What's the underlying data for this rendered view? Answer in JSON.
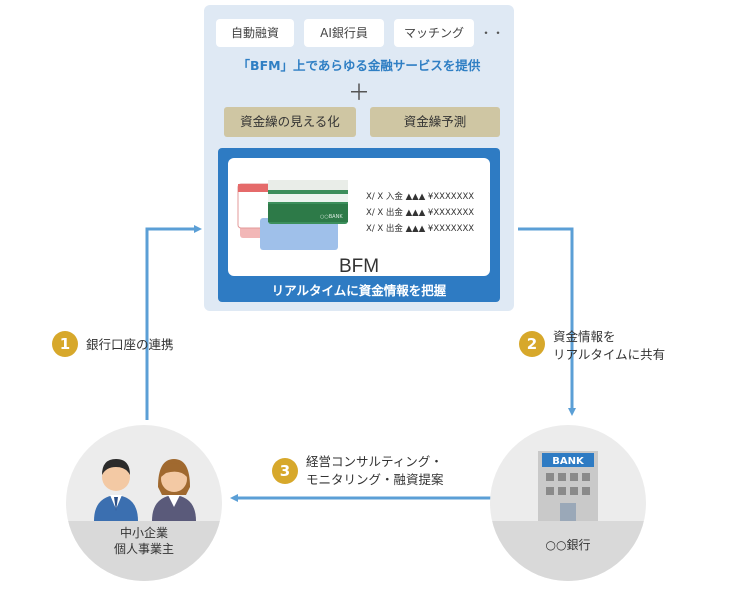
{
  "services": {
    "items": [
      "自動融資",
      "AI銀行員",
      "マッチング"
    ],
    "more": "・・",
    "tagline": "「BFM」上であらゆる金融サービスを提供",
    "plus": "＋",
    "features": [
      "資金繰の見える化",
      "資金繰予測"
    ]
  },
  "bfm": {
    "label": "BFM",
    "caption": "リアルタイムに資金情報を把握",
    "card_bank": "○○BANK",
    "transactions": [
      "X/ X  入金  ▲▲▲ ¥XXXXXXX",
      "X/ X  出金  ▲▲▲ ¥XXXXXXX",
      "X/ X  出金  ▲▲▲ ¥XXXXXXX"
    ]
  },
  "steps": [
    {
      "num": "1",
      "text": "銀行口座の連携"
    },
    {
      "num": "2",
      "lines": [
        "資金情報を",
        "リアルタイムに共有"
      ]
    },
    {
      "num": "3",
      "lines": [
        "経営コンサルティング・",
        "モニタリング・融資提案"
      ]
    }
  ],
  "people": {
    "lines": [
      "中小企業",
      "個人事業主"
    ]
  },
  "bank": {
    "sign": "BANK",
    "label": "○○銀行"
  },
  "colors": {
    "panel": "#dfe9f4",
    "accent_blue": "#2e7bc3",
    "arrow_blue": "#5b9fd6",
    "step_gold": "#d7a82b",
    "feature_box": "#cfc6a3"
  }
}
